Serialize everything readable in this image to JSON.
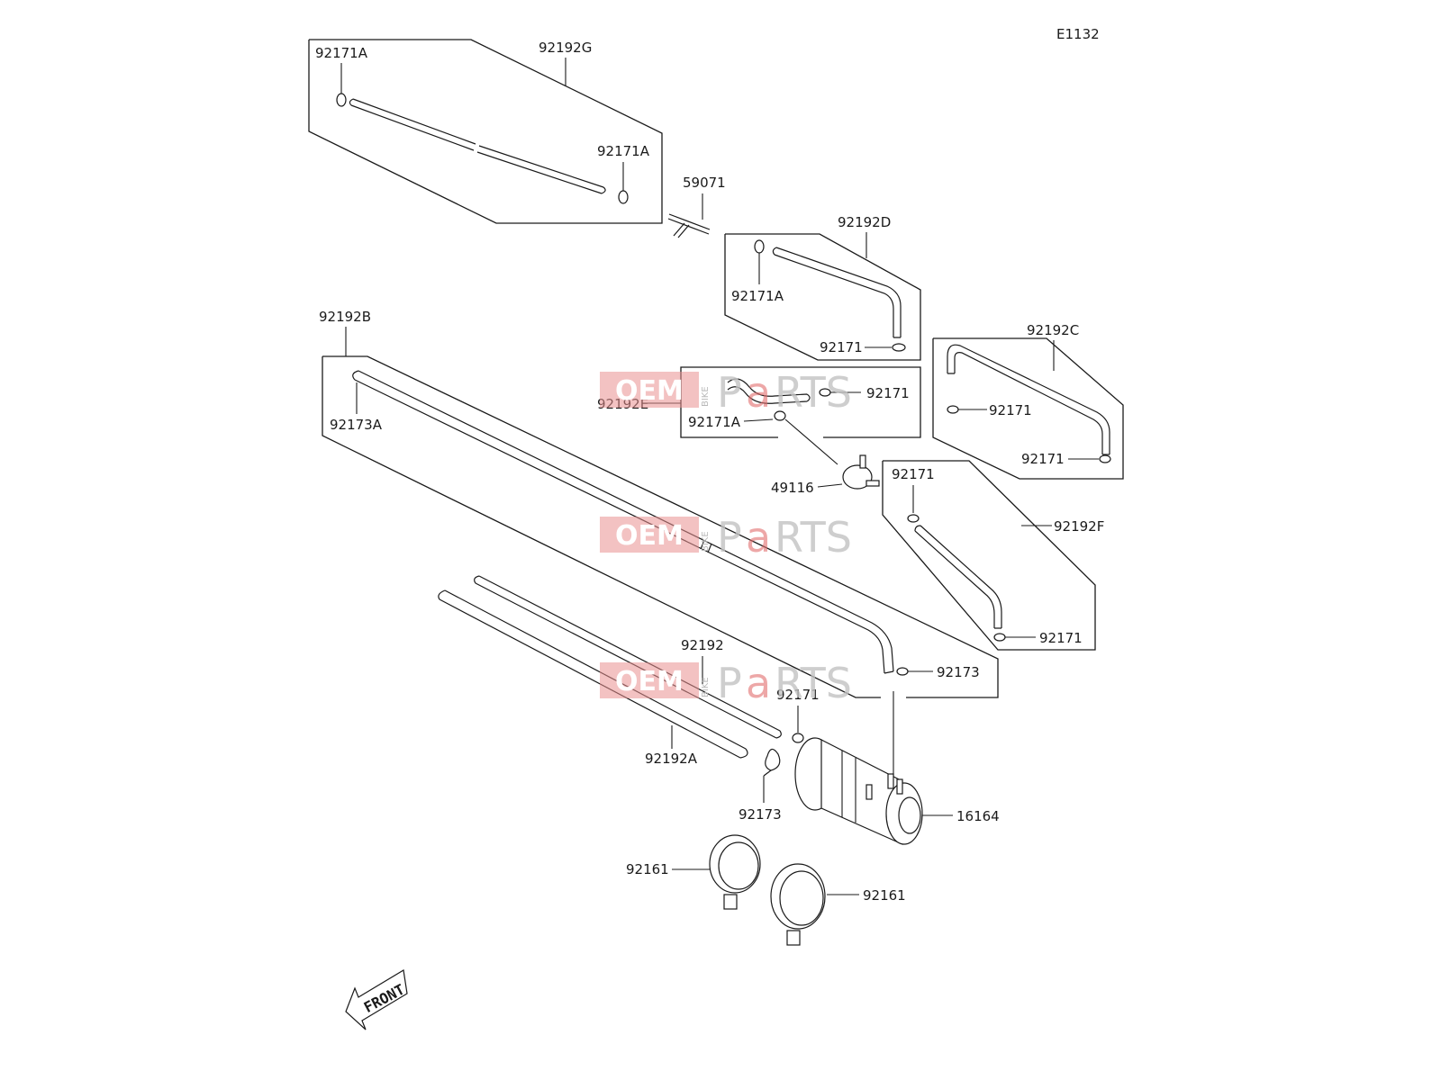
{
  "diagram_code": "E1132",
  "watermark": {
    "oem": "OEM",
    "bike": "BIKE",
    "parts_p": "P",
    "parts_a": "a",
    "parts_rest": "RTS"
  },
  "front_marker": "FRONT",
  "callouts": {
    "c92192G": "92192G",
    "c92171A_g1": "92171A",
    "c92171A_g2": "92171A",
    "c59071": "59071",
    "c92192D": "92192D",
    "c92171A_d": "92171A",
    "c92171_d": "92171",
    "c92192B": "92192B",
    "c92173A": "92173A",
    "c92192E": "92192E",
    "c92171_e": "92171",
    "c92171A_e": "92171A",
    "c92192C": "92192C",
    "c92171_c1": "92171",
    "c92171_c2": "92171",
    "c49116": "49116",
    "c92171_f1": "92171",
    "c92192F": "92192F",
    "c92171_f2": "92171",
    "c92173": "92173",
    "c92192": "92192",
    "c92171_m": "92171",
    "c92192A": "92192A",
    "c92173_b": "92173",
    "c16164": "16164",
    "c92161_l": "92161",
    "c92161_r": "92161"
  }
}
